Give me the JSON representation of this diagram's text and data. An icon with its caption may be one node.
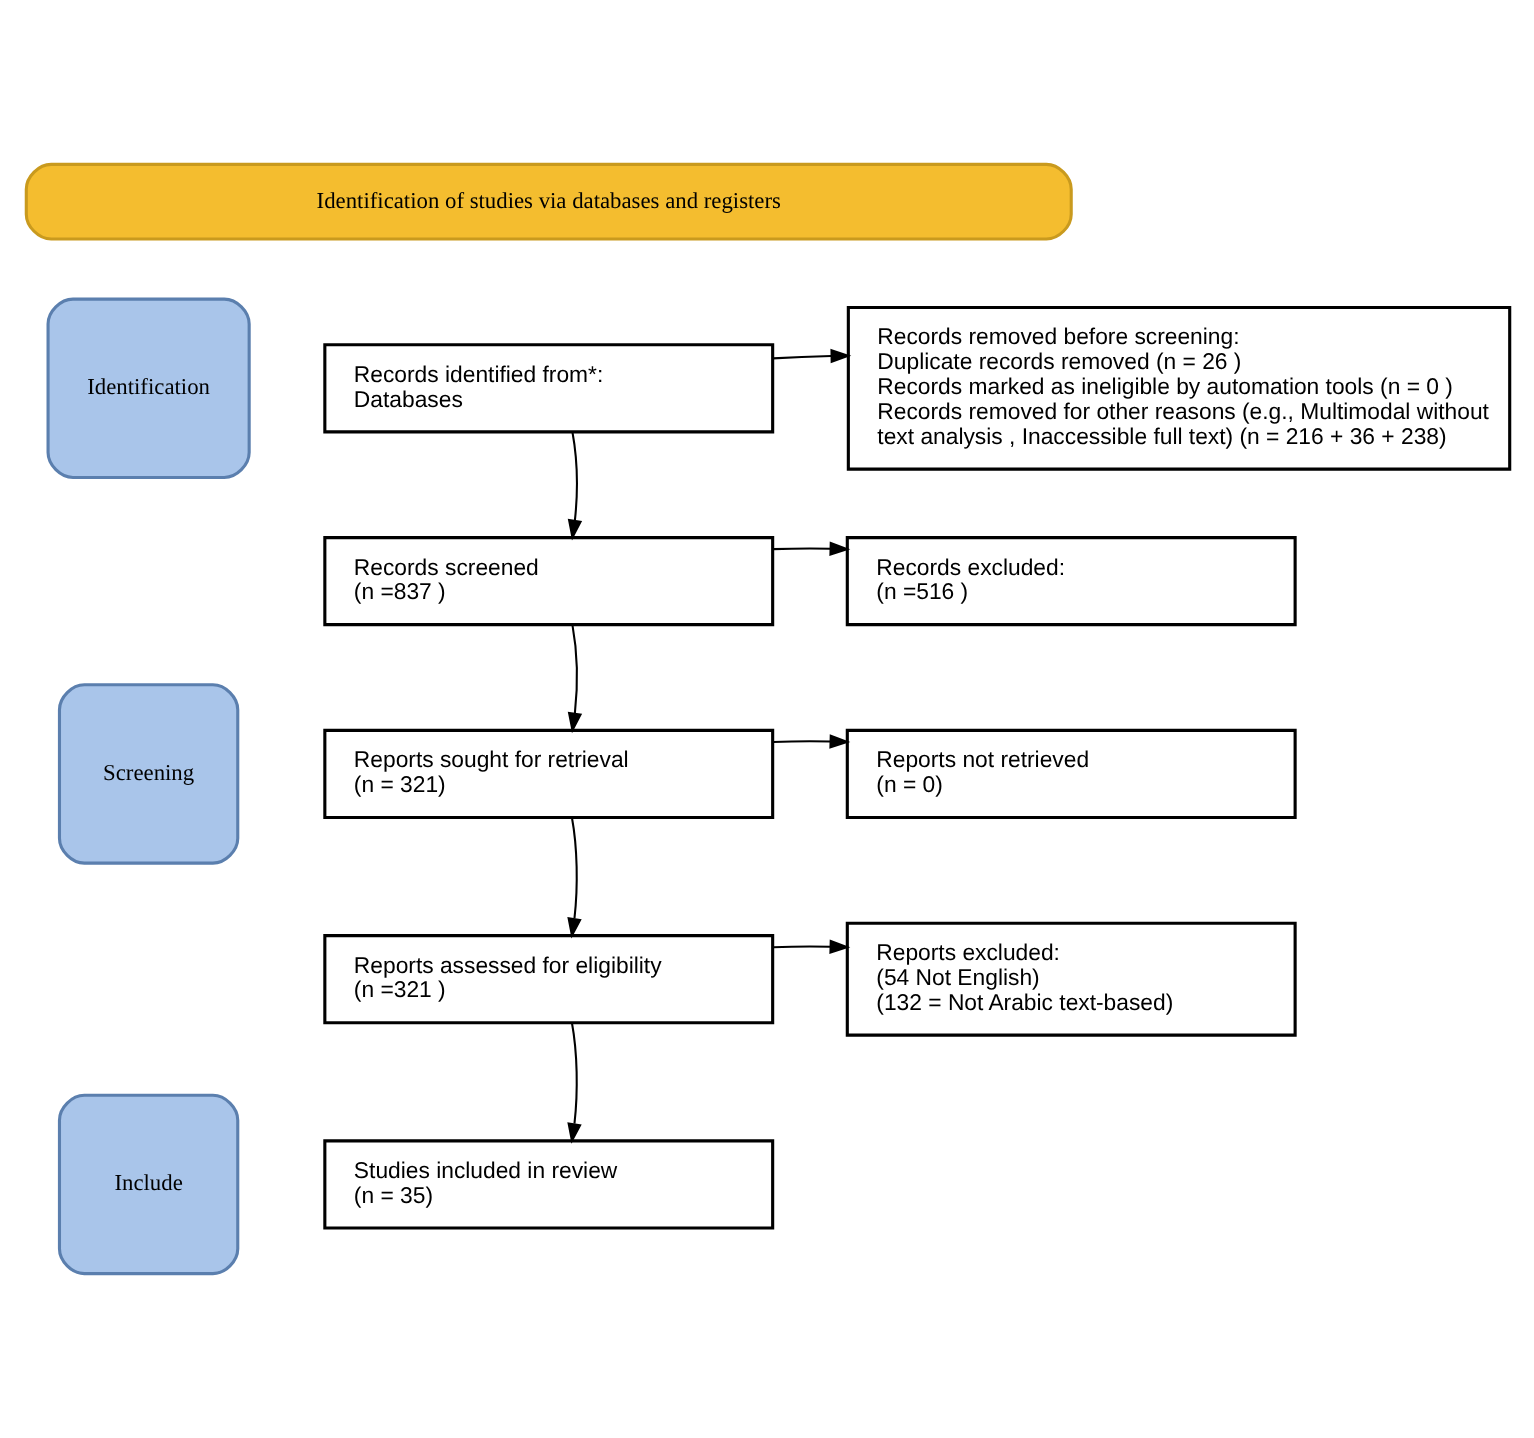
{
  "diagram": {
    "nodes": [
      {
        "text": [
          "Identification of studies via databases and registers"
        ]
      },
      {
        "text": [
          "Identification"
        ]
      },
      {
        "text": [
          "Records identified from*:",
          "Databases"
        ]
      },
      {
        "text": [
          "Records removed before screening:",
          "Duplicate records removed (n = 26 )",
          "Records marked as ineligible by automation tools (n = 0 )",
          "Records removed for other reasons (e.g., Multimodal without text analysis , Inaccessible full text) (n = 216 + 36 + 238)"
        ]
      },
      {
        "text": [
          "Records screened",
          "(n =837 )"
        ]
      },
      {
        "text": [
          "Records excluded:",
          "(n =516 )"
        ]
      },
      {
        "text": [
          "Screening"
        ]
      },
      {
        "text": [
          "Reports sought for retrieval",
          "(n = 321)"
        ]
      },
      {
        "text": [
          "Reports not retrieved",
          "(n = 0)"
        ]
      },
      {
        "text": [
          "Reports assessed for eligibility",
          "(n =321 )"
        ]
      },
      {
        "text": [
          "Reports excluded:",
          "(54 Not English)",
          "(132 = Not Arabic text-based)"
        ]
      },
      {
        "text": [
          "Include"
        ]
      },
      {
        "text": [
          "Studies included in review",
          "(n = 35)"
        ]
      }
    ],
    "edges": [
      {
        "from": 2,
        "to": 3,
        "arrow": "to"
      },
      {
        "from": 2,
        "to": 4,
        "arrow": "to"
      },
      {
        "from": 4,
        "to": 5,
        "arrow": "to"
      },
      {
        "from": 4,
        "to": 7,
        "arrow": "to"
      },
      {
        "from": 7,
        "to": 8,
        "arrow": "to"
      },
      {
        "from": 7,
        "to": 9,
        "arrow": "to"
      },
      {
        "from": 9,
        "to": 10,
        "arrow": "to"
      },
      {
        "from": 9,
        "to": 12,
        "arrow": "to"
      }
    ]
  }
}
